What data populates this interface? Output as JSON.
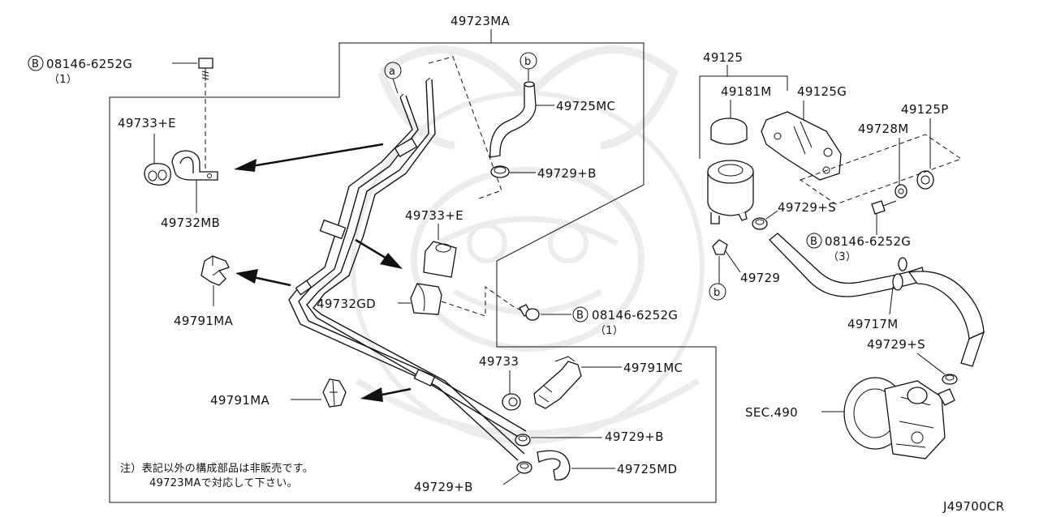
{
  "watermark": {
    "description": "samurai-crest"
  },
  "labels": {
    "assembly_main": "49723MA",
    "bolt_top_left_code": "08146-6252G",
    "bolt_top_left_qty": "（1）",
    "clip_top_left": "49733+E",
    "bracket_left": "49732MB",
    "clamp_upper_left": "49791MA",
    "clamp_lower_left": "49791MA",
    "hose_upper": "49725MC",
    "hose_clamp_upper": "49729+B",
    "circle_a": "a",
    "circle_b_top": "b",
    "circle_b_mid": "b",
    "clip_mid": "49733+E",
    "bracket_mid": "49732GD",
    "bolt_mid_code": "08146-6252G",
    "bolt_mid_qty": "（1）",
    "grommet": "49733",
    "clamp_right": "49791MC",
    "hose_clamp_lower_1": "49729+B",
    "hose_lower": "49725MD",
    "hose_clamp_lower_2": "49729+B",
    "tank_assembly": "49125",
    "tank_cap": "49181M",
    "tank_bracket": "49125G",
    "tank_bracket_part": "49125P",
    "spacer": "49728M",
    "hose_clamp_tank": "49729+S",
    "bolt_right_code": "08146-6252G",
    "bolt_right_qty": "（3）",
    "clamp_tank_outlet": "49729",
    "suction_hose": "49717M",
    "hose_clamp_pump": "49729+S",
    "pump_ref": "SEC.490",
    "bolt_marker": "B",
    "note_line1": "注）表記以外の構成部品は非販売です。",
    "note_line2": "49723MAで対応して下さい。",
    "diagram_code": "J49700CR"
  }
}
